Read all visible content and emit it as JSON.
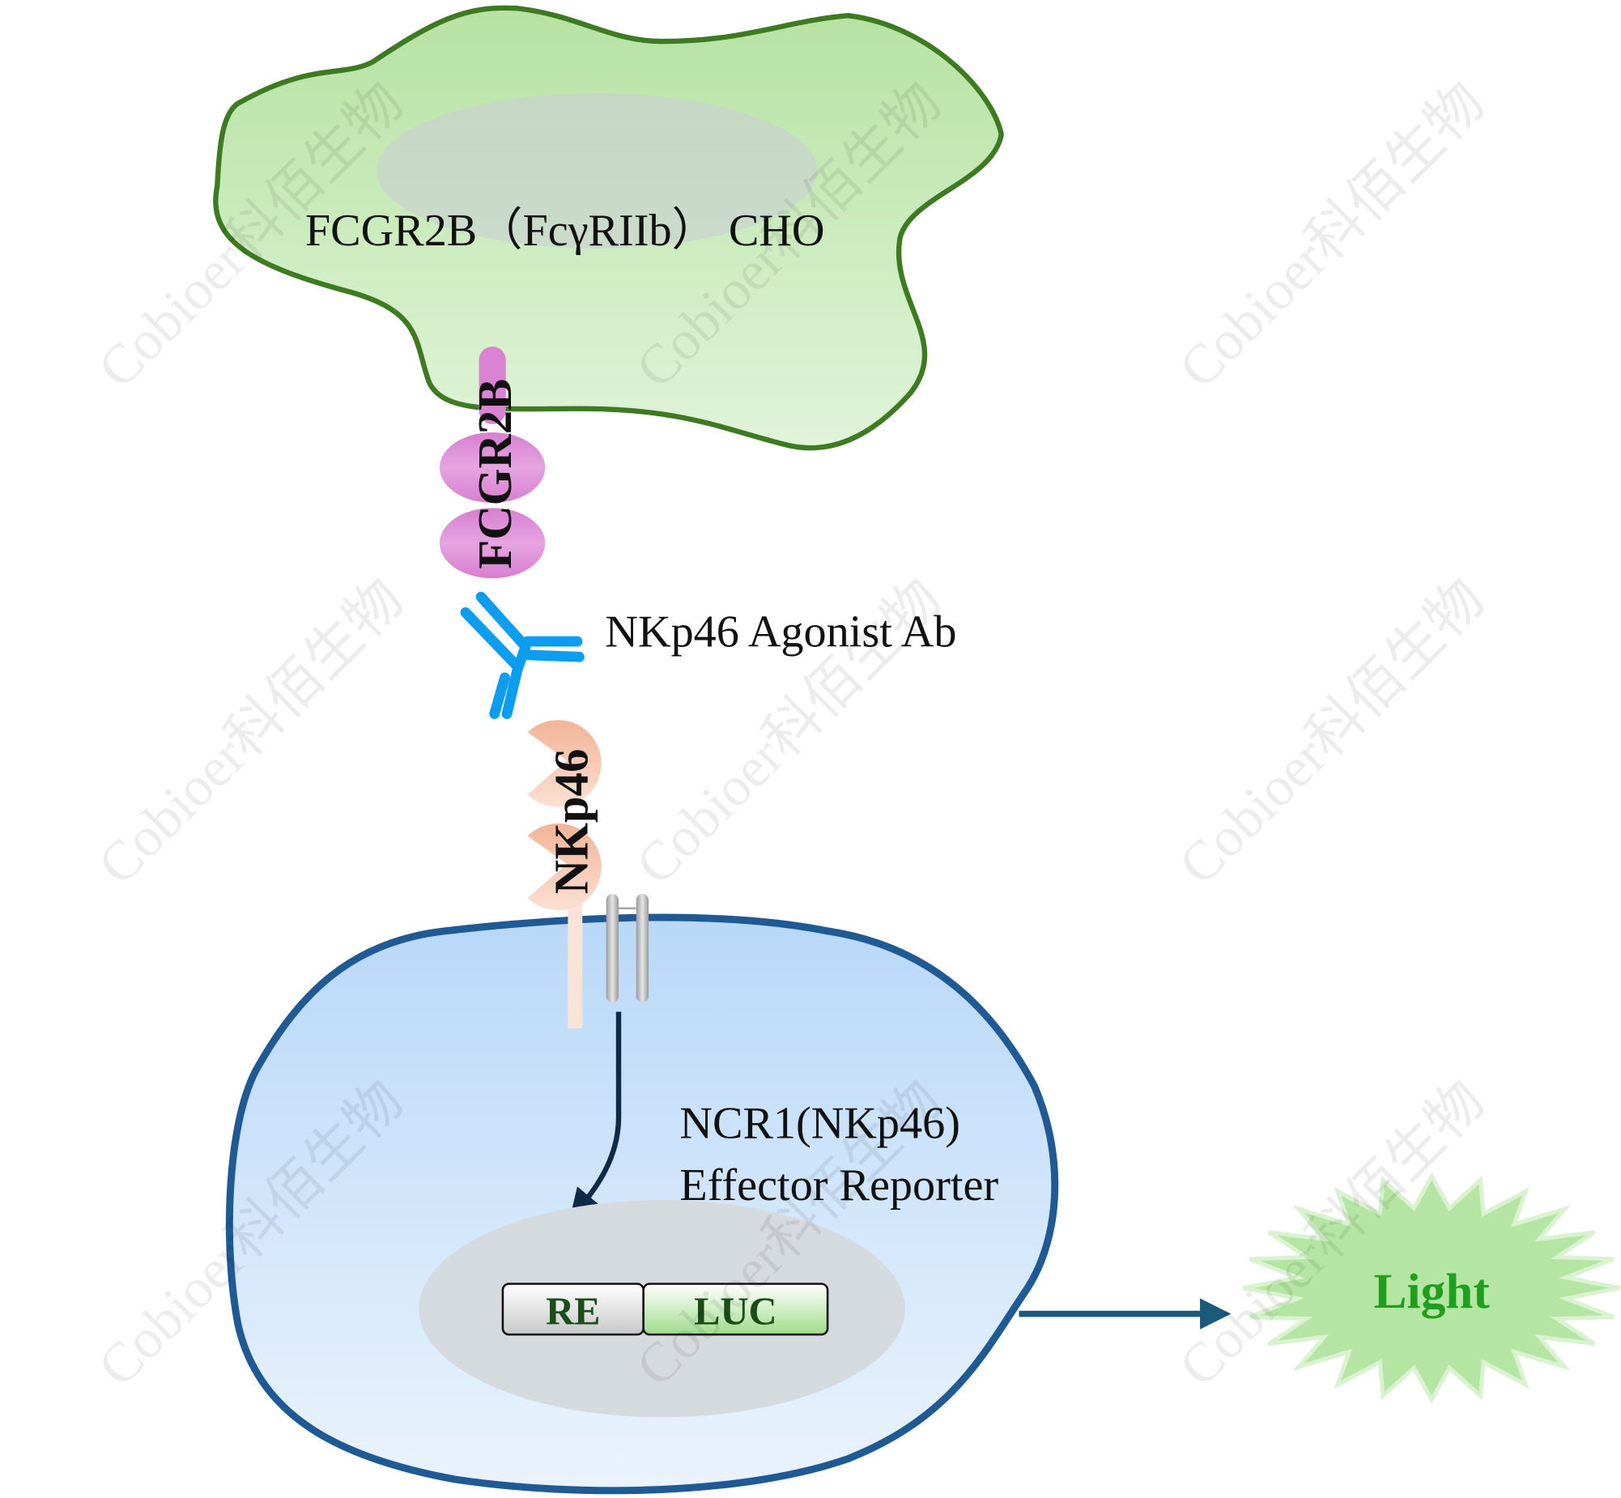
{
  "cho_cell": {
    "label": "FCGR2B（FcγRIIb） CHO"
  },
  "receptor": {
    "label": "FCGR2B"
  },
  "antibody": {
    "label": "NKp46 Agonist Ab"
  },
  "nkp46": {
    "label": "NKp46"
  },
  "effector_cell": {
    "line1": "NCR1(NKp46)",
    "line2": "Effector Reporter"
  },
  "reporter": {
    "re": "RE",
    "luc": "LUC"
  },
  "output": {
    "label": "Light"
  },
  "watermark": "Cobioer科佰生物",
  "colors": {
    "cho_fill": "#c3e8b3",
    "cho_stroke": "#3d7a22",
    "receptor": "#d983d2",
    "antibody": "#0c9cf0",
    "nkp46": "#f5bfa3",
    "effector_fill": "#c6def8",
    "effector_stroke": "#1f5a95",
    "light_fill": "#b5e5a2",
    "light_text": "#1ea01e"
  }
}
